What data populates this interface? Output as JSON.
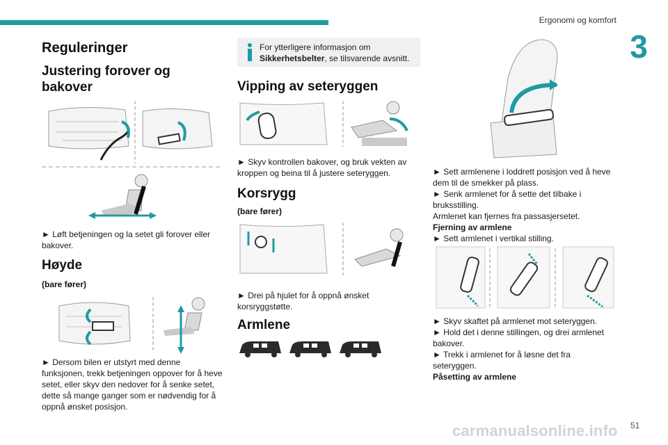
{
  "header": {
    "section_title": "Ergonomi og komfort",
    "chapter_number": "3"
  },
  "col1": {
    "title": "Reguleringer",
    "fwd_heading_line1": "Justering forover og",
    "fwd_heading_line2": "bakover",
    "fwd_text_line1": "► Løft betjeningen og la setet gli forover eller",
    "fwd_text_line2": "bakover.",
    "height_heading": "Høyde",
    "height_sub": "(bare fører)",
    "height_text": [
      "► Dersom bilen er utstyrt med denne",
      "funksjonen, trekk betjeningen oppover for å heve",
      "setet, eller skyv den nedover for å senke setet,",
      "dette så mange ganger som er nødvendig for å",
      "oppnå ønsket posisjon."
    ]
  },
  "col2": {
    "info_line1": "For ytterligere informasjon om",
    "info_bold": "Sikkerhetsbelter",
    "info_line2_rest": ", se tilsvarende avsnitt.",
    "tilt_heading": "Vipping av seteryggen",
    "tilt_text_line1": "► Skyv kontrollen bakover, og bruk vekten av",
    "tilt_text_line2": "kroppen og beina til å justere seteryggen.",
    "lumbar_heading": "Korsrygg",
    "lumbar_sub": "(bare fører)",
    "lumbar_text_line1": "► Drei på hjulet for å oppnå ønsket",
    "lumbar_text_line2": "korsryggstøtte.",
    "armrest_heading": "Armlene"
  },
  "col3": {
    "text_lines": [
      "► Sett armlenene i loddrett posisjon ved å heve",
      "dem til de smekker på plass.",
      "► Senk armlenet for å sette det tilbake i",
      "bruksstilling.",
      "Armlenet kan fjernes fra passasjersetet."
    ],
    "remove_heading": "Fjerning av armlene",
    "remove_step": "► Sett armlenet i vertikal stilling.",
    "steps2": [
      "► Skyv skaftet på armlenet mot seteryggen.",
      "► Hold det i denne stillingen, og drei armlenet",
      "bakover.",
      "► Trekk i armlenet for å løsne det fra",
      "seteryggen."
    ],
    "attach_heading": "Påsetting av armlene"
  },
  "footer": {
    "page_number": "51",
    "watermark": "carmanualsonline.info"
  },
  "colors": {
    "accent": "#1f9aa3",
    "info_bg": "#eef0f1",
    "arrow": "#1f9aa3"
  }
}
